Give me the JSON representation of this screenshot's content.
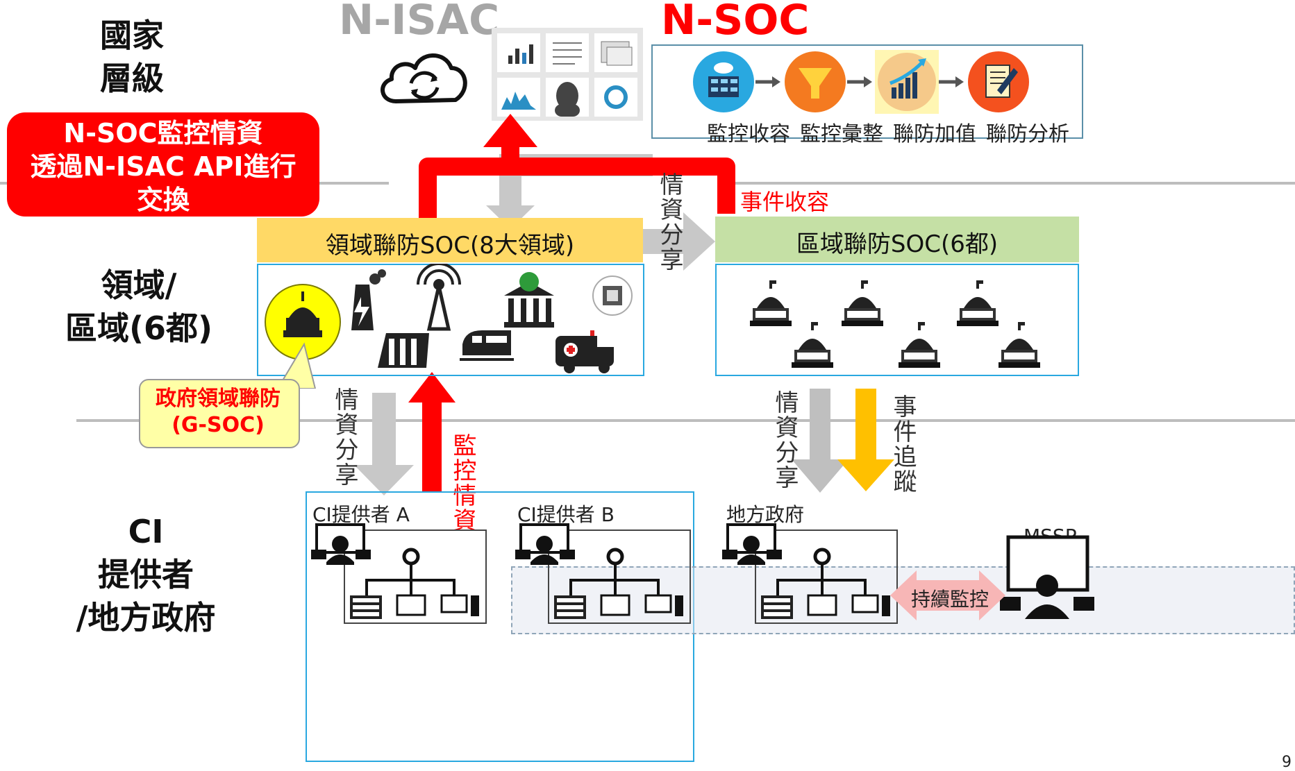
{
  "tiers": {
    "national": "國家\n層級",
    "domain": "領域/\n區域(6都)",
    "ci": "CI\n提供者\n/地方政府"
  },
  "top": {
    "nisac_title": "N-ISAC",
    "nsoc_title": "N-SOC",
    "nsoc_steps": [
      "監控收容",
      "監控彙整",
      "聯防加值",
      "聯防分析"
    ]
  },
  "callout_exchange": "N-SOC監控情資\n透過N-ISAC API進行\n交換",
  "flows": {
    "intel_share_top": "情資分享",
    "event_intake": "事件收容",
    "intel_share_left": "情資分享",
    "monitor_intel": "監控情資",
    "intel_share_right": "情資分享",
    "event_tracking": "事件追蹤"
  },
  "domain_soc": {
    "header": "領域聯防SOC(8大領域)"
  },
  "regional_soc": {
    "header": "區域聯防SOC(6都)"
  },
  "gsoc_callout": "政府領域聯防\n(G-SOC)",
  "ci": {
    "provider_a": "CI提供者 A",
    "provider_b": "CI提供者 B",
    "local_gov": "地方政府",
    "mssp": "MSSP",
    "continuous_monitoring": "持續監控"
  },
  "page_number": "9",
  "colors": {
    "red": "#ff0000",
    "gray_arrow": "#c8c8c8",
    "domain_header": "#ffd966",
    "regional_header": "#c5e0a5",
    "box_border": "#29a8e0",
    "yellow_arrow": "#ffc000",
    "gsoc_fill": "#ffffa6"
  }
}
